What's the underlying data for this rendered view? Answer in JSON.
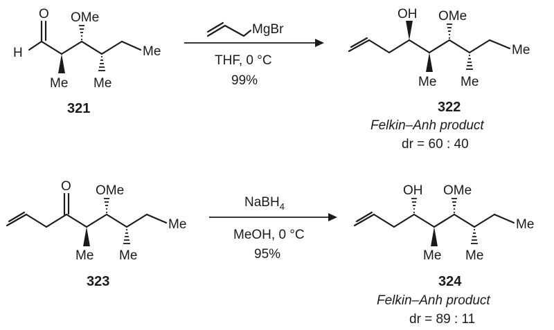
{
  "reactions": [
    {
      "reagent_top_label": "MgBr",
      "reagent_bottom_1": "THF, 0 °C",
      "reagent_bottom_2": "99%"
    },
    {
      "reagent_top_main": "NaBH",
      "reagent_top_sub": "4",
      "reagent_bottom_1": "MeOH, 0 °C",
      "reagent_bottom_2": "95%"
    }
  ],
  "compounds": {
    "c321": {
      "id": "321",
      "O": "O",
      "H": "H",
      "OMe": "OMe",
      "Me1": "Me",
      "Me2": "Me",
      "Me3": "Me"
    },
    "c322": {
      "id": "322",
      "OH": "OH",
      "OMe": "OMe",
      "Me1": "Me",
      "Me2": "Me",
      "Me3": "Me",
      "note": "Felkin–Anh product",
      "dr": "dr = 60 : 40"
    },
    "c323": {
      "id": "323",
      "O": "O",
      "OMe": "OMe",
      "Me1": "Me",
      "Me2": "Me",
      "Me3": "Me"
    },
    "c324": {
      "id": "324",
      "OH": "OH",
      "OMe": "OMe",
      "Me1": "Me",
      "Me2": "Me",
      "Me3": "Me",
      "note": "Felkin–Anh product",
      "dr": "dr = 89 : 11"
    }
  }
}
